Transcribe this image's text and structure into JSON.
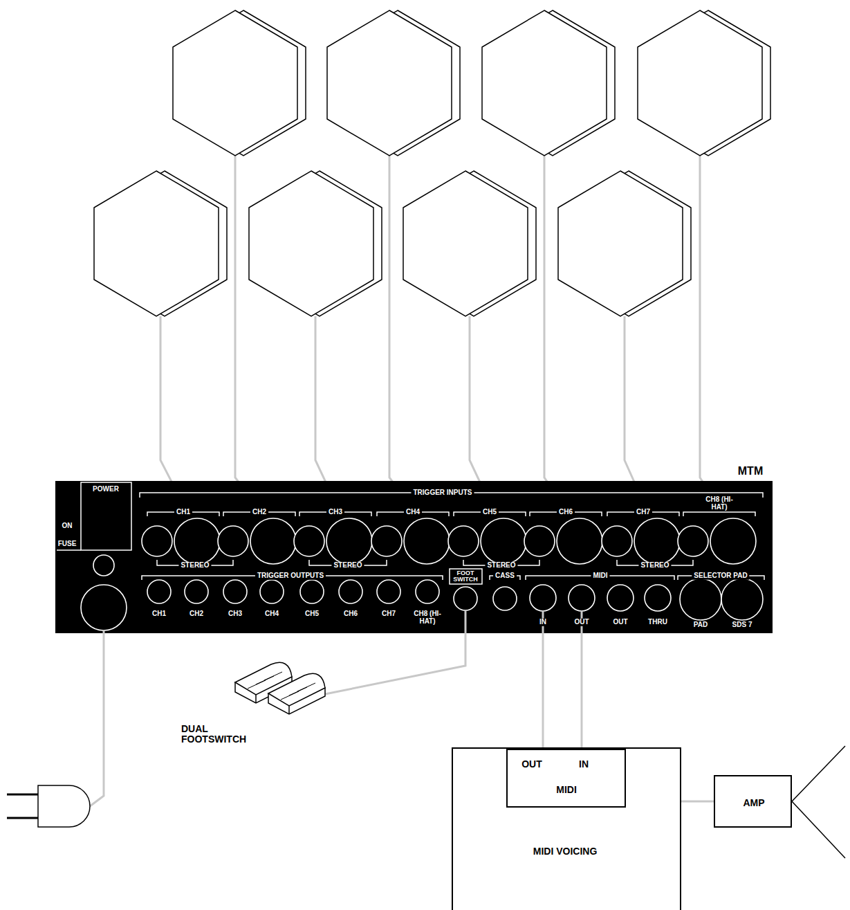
{
  "diagram": {
    "nodes": [
      {
        "text": [
          "MTM"
        ]
      },
      {
        "text": [
          "MIDI VOICING"
        ]
      },
      {
        "text": [
          "OUT",
          "IN",
          "MIDI"
        ],
        "in": 1
      },
      {
        "text": [
          "AMP"
        ]
      }
    ],
    "edges": [
      {
        "from": 0,
        "to": 2,
        "arrow": "none"
      },
      {
        "from": 0,
        "to": 2,
        "arrow": "none"
      },
      {
        "from": 1,
        "to": 3,
        "arrow": "none"
      }
    ],
    "labels": [
      "TRIGGER INPUTS",
      "CH1",
      "CH2",
      "CH3",
      "CH4",
      "CH5",
      "CH6",
      "CH7",
      "CH8 (HI-HAT)",
      "STEREO",
      "STEREO",
      "STEREO",
      "STEREO",
      "TRIGGER OUTPUTS",
      "CH1",
      "CH2",
      "CH3",
      "CH4",
      "CH5",
      "CH6",
      "CH7",
      "CH8 (HI-HAT)",
      "POWER",
      "ON",
      "FUSE",
      "FOOT SWITCH",
      "CASS",
      "MIDI",
      "IN",
      "OUT",
      "OUT",
      "THRU",
      "SELECTOR PAD",
      "PAD",
      "SDS 7",
      "DUAL FOOTSWITCH"
    ]
  }
}
